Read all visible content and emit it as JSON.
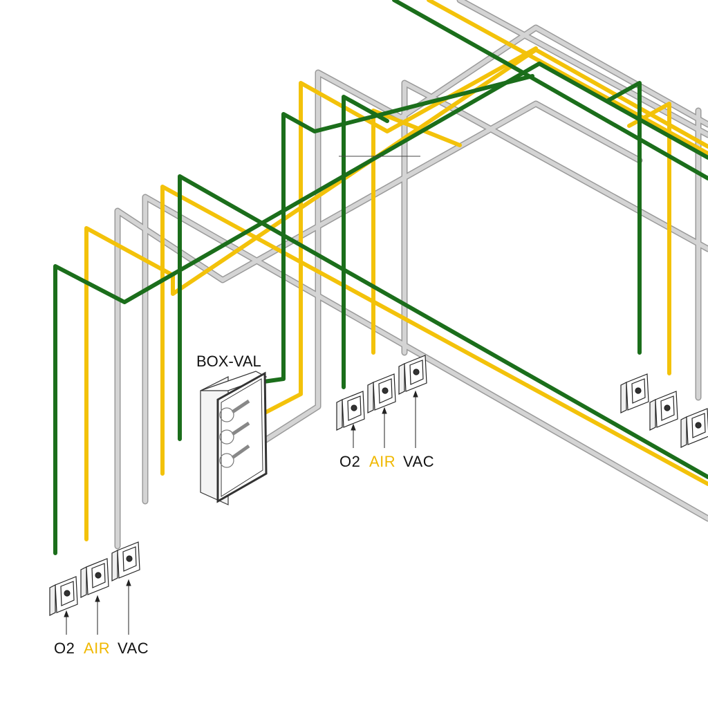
{
  "title": "BOX-VAL",
  "groups": [
    {
      "labels": [
        "O2",
        "AIR",
        "VAC"
      ]
    },
    {
      "labels": [
        "O2",
        "AIR",
        "VAC"
      ]
    }
  ],
  "colors": {
    "o2": "#1b6e1b",
    "air": "#f3c20a",
    "vac": "#cfcfcf",
    "vac_edge": "#9a9a9a"
  }
}
